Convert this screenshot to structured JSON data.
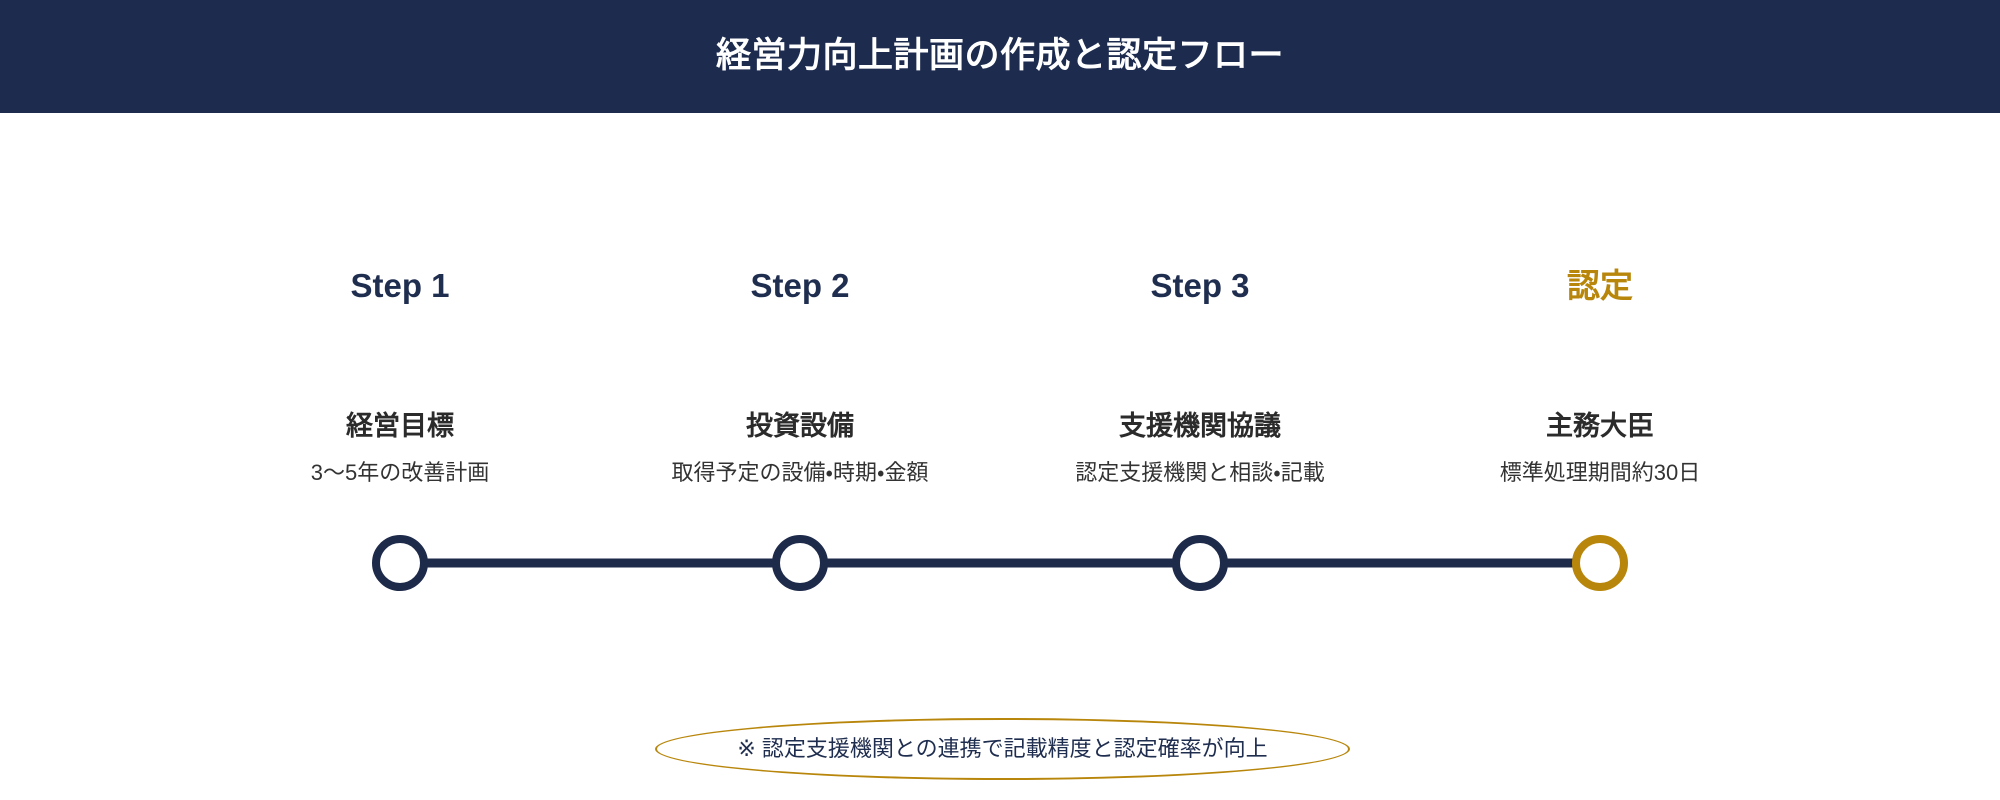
{
  "header": {
    "title": "経営力向上計画の作成と認定フロー",
    "background_color": "#1c2b4e",
    "text_color": "#ffffff"
  },
  "theme": {
    "navy": "#1e2a4a",
    "gold": "#b8860b",
    "title_text": "#2b2b2b",
    "body_text": "#333333"
  },
  "timeline": {
    "steps": [
      {
        "index_label": "Step 1",
        "title": "経営目標",
        "description": "3〜5年の改善計画",
        "node_color": "#1e2a4a",
        "index_color": "#1f2d4f"
      },
      {
        "index_label": "Step 2",
        "title": "投資設備",
        "description": "取得予定の設備・時期・金額",
        "node_color": "#1e2a4a",
        "index_color": "#1f2d4f"
      },
      {
        "index_label": "Step 3",
        "title": "支援機関協議",
        "description": "認定支援機関と相談・記載",
        "node_color": "#1e2a4a",
        "index_color": "#1f2d4f"
      },
      {
        "index_label": "認定",
        "title": "主務大臣",
        "description": "標準処理期間約30日",
        "node_color": "#b8860b",
        "index_color": "#b8860b"
      }
    ]
  },
  "footnote": {
    "text": "※ 認定支援機関との連携で記載精度と認定確率が向上",
    "outline_color": "#b8860b",
    "text_color": "#1f2d4f"
  }
}
